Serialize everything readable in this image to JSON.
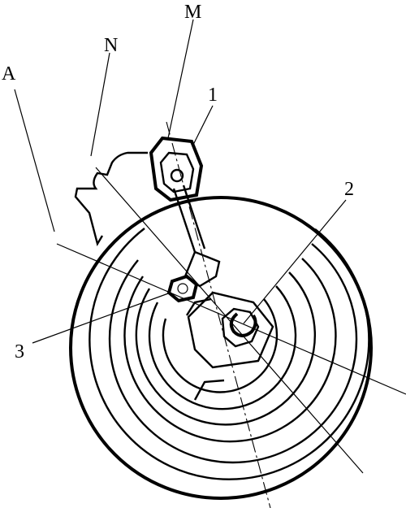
{
  "figure": {
    "labels": {
      "M": "M",
      "N": "N",
      "A": "A",
      "one": "1",
      "two": "2",
      "three": "3"
    },
    "colors": {
      "line": "#000000",
      "background": "#ffffff"
    }
  }
}
